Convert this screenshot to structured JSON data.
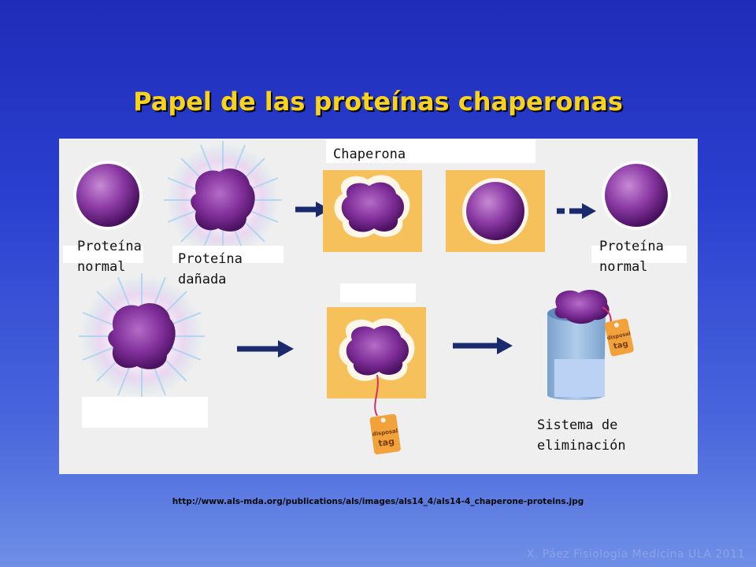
{
  "title": "Papel de las proteínas chaperonas",
  "labels": {
    "normal_left": "Proteína\nnormal",
    "damaged": "Proteína\ndañada",
    "chaperone": "Chaperona",
    "normal_right": "Proteína\nnormal",
    "elimination": "Sistema de\neliminación"
  },
  "source_url": "http://www.als-mda.org/publications/als/images/als14_4/als14-4_chaperone-proteins.jpg",
  "footer": "X. Páez Fisiología Medicina ULA 2011",
  "colors": {
    "title": "#f8d21b",
    "protein": "#7a2a8e",
    "chaperone_box": "#f6c15a",
    "arrow": "#1a2a6e",
    "bin": "#8fb7e0",
    "tag": "#f1a23a"
  }
}
